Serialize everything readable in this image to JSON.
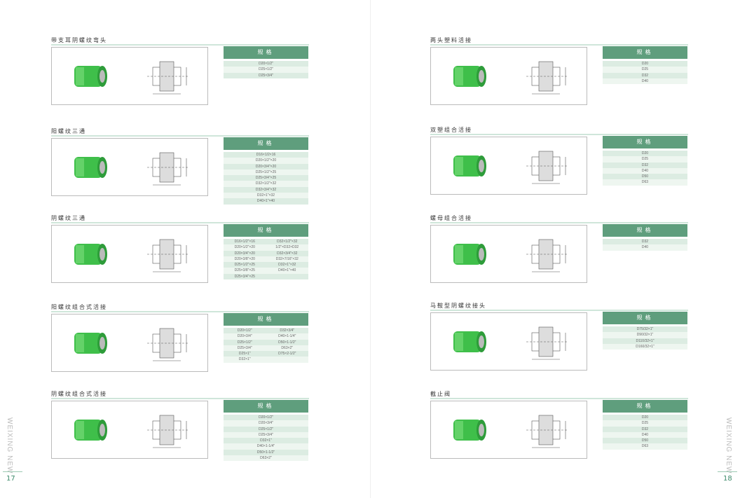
{
  "left_page": {
    "page_number": "17",
    "side_text": "WEIXING NEW",
    "sections": [
      {
        "title": "带支耳阴螺纹弯头",
        "header": "规格",
        "rows": [
          [
            "D20×1/2\""
          ],
          [
            "D25×1/2\""
          ],
          [
            "D25×3/4\""
          ]
        ]
      },
      {
        "title": "阳螺纹三通",
        "header": "规格",
        "rows": [
          [
            "D16×1/2×16"
          ],
          [
            "D20×1/2\"×20"
          ],
          [
            "D20×3/4\"×20"
          ],
          [
            "D25×1/2\"×25"
          ],
          [
            "D25×3/4\"×25"
          ],
          [
            "D32×1/2\"×32"
          ],
          [
            "D32×3/4\"×32"
          ],
          [
            "D32×1\"×32"
          ],
          [
            "D40×1\"×40"
          ]
        ]
      },
      {
        "title": "阴螺纹三通",
        "header": "规格",
        "rows": [
          [
            "D16×1/2\"×16",
            "D32×1/2\"×32"
          ],
          [
            "D20×1/2\"×20",
            "1/2\"×D32×D32"
          ],
          [
            "D20×3/4\"×20",
            "D32×3/4\"×32"
          ],
          [
            "D20×3/8\"×20",
            "D32×7/16\"×32"
          ],
          [
            "D25×1/2\"×25",
            "D32×1\"×32"
          ],
          [
            "D25×3/8\"×25",
            "D40×1\"×40"
          ],
          [
            "D25×3/4\"×25",
            ""
          ]
        ]
      },
      {
        "title": "阳螺纹组合式活接",
        "header": "规格",
        "rows": [
          [
            "D20×1/2\"",
            "D32×3/4\""
          ],
          [
            "D20×3/4\"",
            "D40×1-1/4\""
          ],
          [
            "D25×1/2\"",
            "D50×1-1/2\""
          ],
          [
            "D25×3/4\"",
            "D63×2\""
          ],
          [
            "D25×1\"",
            "D75×2-1/2\""
          ],
          [
            "D32×1\"",
            ""
          ]
        ]
      },
      {
        "title": "阴螺纹组合式活接",
        "header": "规格",
        "rows": [
          [
            "D20×1/2\""
          ],
          [
            "D20×3/4\""
          ],
          [
            "D25×1/2\""
          ],
          [
            "D25×3/4\""
          ],
          [
            "D32×1\""
          ],
          [
            "D40×1-1/4\""
          ],
          [
            "D50×1-1/2\""
          ],
          [
            "D63×2\""
          ]
        ]
      }
    ]
  },
  "right_page": {
    "page_number": "18",
    "side_text": "WEIXING NEW",
    "sections": [
      {
        "title": "两头塑料活接",
        "header": "规格",
        "rows": [
          [
            "D20"
          ],
          [
            "D25"
          ],
          [
            "D32"
          ],
          [
            "D40"
          ]
        ]
      },
      {
        "title": "双塑组合活接",
        "header": "规格",
        "rows": [
          [
            "D20"
          ],
          [
            "D25"
          ],
          [
            "D32"
          ],
          [
            "D40"
          ],
          [
            "D50"
          ],
          [
            "D63"
          ]
        ]
      },
      {
        "title": "螺母组合活接",
        "header": "规格",
        "rows": [
          [
            "D32"
          ],
          [
            "D40"
          ]
        ]
      },
      {
        "title": "马鞍型阴螺纹接头",
        "header": "规格",
        "rows": [
          [
            "D75/32×1\""
          ],
          [
            "D90/32×1\""
          ],
          [
            "D110/32×1\""
          ],
          [
            "D160/32×1\""
          ]
        ]
      },
      {
        "title": "截止阀",
        "header": "规格",
        "rows": [
          [
            "D20"
          ],
          [
            "D25"
          ],
          [
            "D32"
          ],
          [
            "D40"
          ],
          [
            "D50"
          ],
          [
            "D63"
          ]
        ]
      }
    ]
  },
  "colors": {
    "header": "#5f9e7d",
    "product_green": "#3fbf4a"
  }
}
